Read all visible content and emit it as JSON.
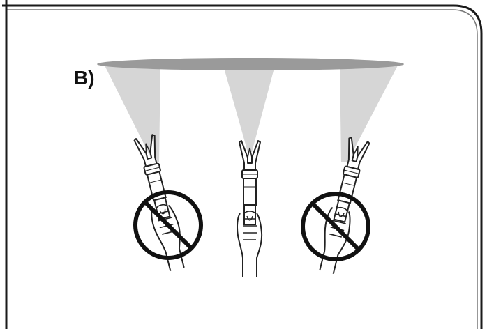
{
  "panel": {
    "label": "B)"
  },
  "guns": [
    {
      "position": "left",
      "orientation": "tilted",
      "status": "prohibited"
    },
    {
      "position": "center",
      "orientation": "perpendicular",
      "status": "correct"
    },
    {
      "position": "right",
      "orientation": "tilted",
      "status": "prohibited"
    }
  ],
  "colors": {
    "frame": "#1a1a1a",
    "surface": "#9a9a9a",
    "spray": "#d6d6d6",
    "prohibition": "#111111"
  },
  "icons": {
    "prohibited": "no-symbol-icon",
    "gun": "spray-gun-icon",
    "hand": "hand-icon"
  }
}
